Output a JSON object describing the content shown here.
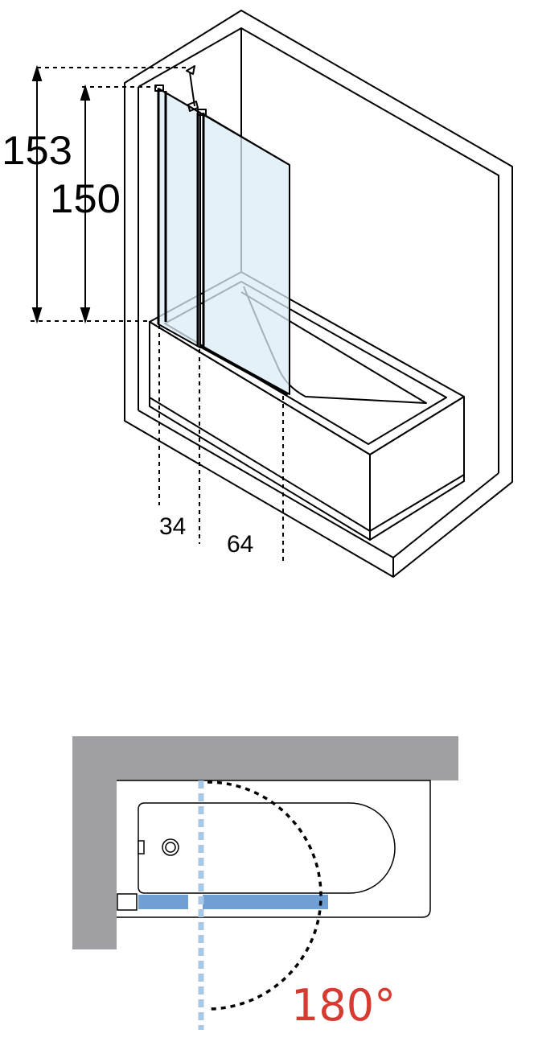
{
  "dimensions": {
    "total_height": "153",
    "screen_height": "150",
    "fixed_width": "34",
    "swing_width": "64"
  },
  "rotation": {
    "angle_label": "180°"
  },
  "colors": {
    "outline": "#000000",
    "glass": "#dcecf7",
    "wall_gray": "#a0a0a4",
    "panel_blue": "#6f9fd3",
    "axis_blue": "#a9c7e6",
    "angle_red": "#d63b32"
  }
}
